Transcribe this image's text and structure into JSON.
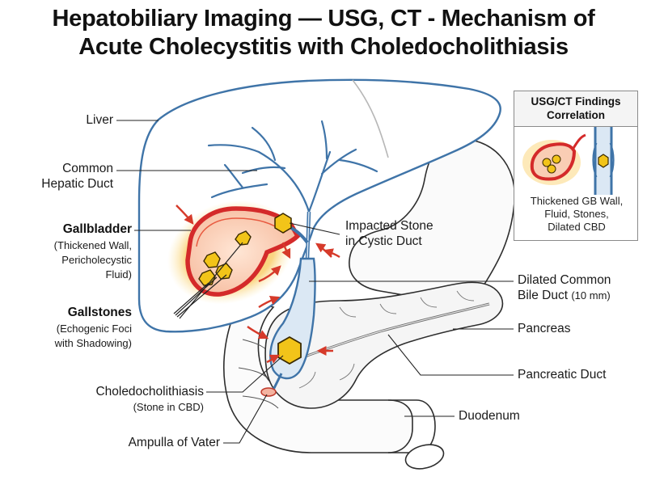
{
  "title": {
    "line1": "Hepatobiliary Imaging — USG, CT - Mechanism of",
    "line2": "Acute Cholecystitis with Choledocholithiasis"
  },
  "labels": {
    "liver": "Liver",
    "common_hepatic_duct_1": "Common",
    "common_hepatic_duct_2": "Hepatic Duct",
    "gallbladder_title": "Gallbladder",
    "gallbladder_desc_1": "(Thickened Wall,",
    "gallbladder_desc_2": "Pericholecystic",
    "gallbladder_desc_3": "Fluid)",
    "gallstones_title": "Gallstones",
    "gallstones_desc_1": "(Echogenic Foci",
    "gallstones_desc_2": "with Shadowing)",
    "choledocholithiasis_title": "Choledocholithiasis",
    "choledocholithiasis_desc": "(Stone in CBD)",
    "ampulla": "Ampulla of Vater",
    "impacted_stone_1": "Impacted Stone",
    "impacted_stone_2": "in Cystic Duct",
    "dilated_cbd_1": "Dilated Common",
    "dilated_cbd_2": "Bile Duct",
    "dilated_cbd_measure": "(10 mm)",
    "pancreas": "Pancreas",
    "pancreatic_duct": "Pancreatic Duct",
    "duodenum": "Duodenum"
  },
  "findings_box": {
    "heading_1": "USG/CT Findings",
    "heading_2": "Correlation",
    "line_1": "Thickened GB Wall,",
    "line_2": "Fluid, Stones,",
    "line_3": "Dilated CBD"
  },
  "colors": {
    "duct_blue": "#3f74a8",
    "outline_gray": "#2e2e2e",
    "inflammation_red": "#d42a2a",
    "halo_orange": "#f6b642",
    "stone_yellow": "#f2c419",
    "flow_arrow_red": "#d63a2a"
  }
}
